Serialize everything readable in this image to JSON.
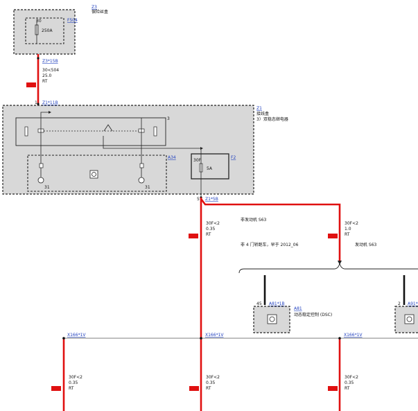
{
  "colors": {
    "wire": "#e01010",
    "link": "#1f3fbf",
    "box_fill": "#d8d8d8",
    "flag": "#e01010"
  },
  "z3": {
    "id": "Z3",
    "name": "保险丝盒",
    "fuse_link": "F504",
    "fuse_pin": "30",
    "fuse_rating": "250A"
  },
  "w1": {
    "connector": "Z3*15B",
    "circuit": "30<504",
    "size": "25.0",
    "color": "RT"
  },
  "z1": {
    "pin_in": "1",
    "connector_in": "Z1*11B",
    "id": "Z1",
    "name": "接线盒",
    "note": "3）双稳态继电器",
    "relay_pin": "3",
    "module_link": "A34",
    "ground_label": "31",
    "ground_label2": "31",
    "fuse_link": "F2",
    "fuse_pin": "30F",
    "fuse_rating": "5A",
    "pin_out": "5",
    "connector_out": "Z1*5B"
  },
  "w2": {
    "circuit": "30F<2",
    "size": "0.35",
    "color": "RT"
  },
  "w3": {
    "circuit": "30F<2",
    "size": "1.0",
    "color": "RT"
  },
  "notes": {
    "non_engine": "非发动机 S63",
    "non_4door": "非 4 门轿跑车，早于 2012_06",
    "engine": "发动机 S63"
  },
  "a81": {
    "pin": "45",
    "connector": "A81*1B",
    "link": "A81",
    "name": "动态稳定控制 (DSC)"
  },
  "right_module": {
    "pin": "2",
    "connector": "A91*"
  },
  "bottom": [
    {
      "connector": "X166*1V",
      "circuit": "30F<2",
      "size": "0.35",
      "color": "RT"
    },
    {
      "connector": "X166*1V",
      "circuit": "30F<2",
      "size": "0.35",
      "color": "RT"
    },
    {
      "connector": "X166*1V",
      "circuit": "30F<2",
      "size": "0.35",
      "color": "RT"
    }
  ]
}
